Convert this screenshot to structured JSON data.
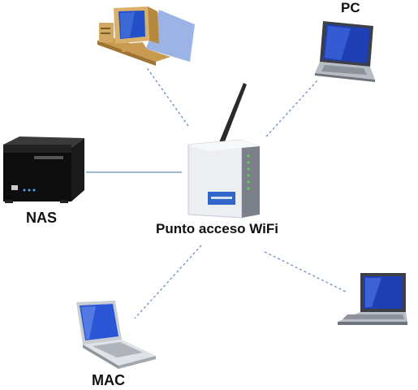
{
  "diagram": {
    "nodes": {
      "hub": {
        "label": "Punto acceso WiFi",
        "icon": "wifi-router-icon"
      },
      "desktop": {
        "label": "",
        "icon": "desktop-computer-icon"
      },
      "pc": {
        "label": "PC",
        "icon": "laptop-icon"
      },
      "nas": {
        "label": "NAS",
        "icon": "nas-storage-icon"
      },
      "mac": {
        "label": "MAC",
        "icon": "laptop-icon"
      },
      "laptop_right": {
        "label": "",
        "icon": "laptop-icon"
      }
    },
    "edges": [
      {
        "from": "hub",
        "to": "desktop",
        "style": "dashed"
      },
      {
        "from": "hub",
        "to": "pc",
        "style": "dashed"
      },
      {
        "from": "hub",
        "to": "nas",
        "style": "solid"
      },
      {
        "from": "hub",
        "to": "mac",
        "style": "dashed"
      },
      {
        "from": "hub",
        "to": "laptop_right",
        "style": "dashed"
      }
    ],
    "colors": {
      "link": "#6b8fbf",
      "screen_blue": "#2e5fd8",
      "router_body": "#e8eaee",
      "nas_body": "#111111"
    }
  }
}
